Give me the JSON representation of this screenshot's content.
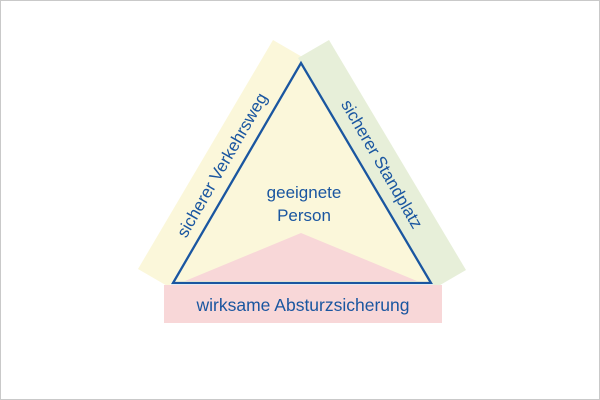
{
  "page": {
    "background": "#ffffff",
    "border_color": "#c9c9c9"
  },
  "diagram": {
    "type": "safety-triangle",
    "colors": {
      "cream_band": "#fbf7da",
      "green_band": "#e7efd9",
      "pink_band": "#f8d7d8",
      "outline_blue": "#1a56a0",
      "text_blue": "#1a56a0"
    },
    "sides": {
      "left_label": "sicherer Verkehrsweg",
      "right_label": "sicherer Standplatz",
      "bottom_label": "wirksame Absturzsicherung"
    },
    "center": {
      "line1": "geeignete",
      "line2": "Person"
    }
  }
}
